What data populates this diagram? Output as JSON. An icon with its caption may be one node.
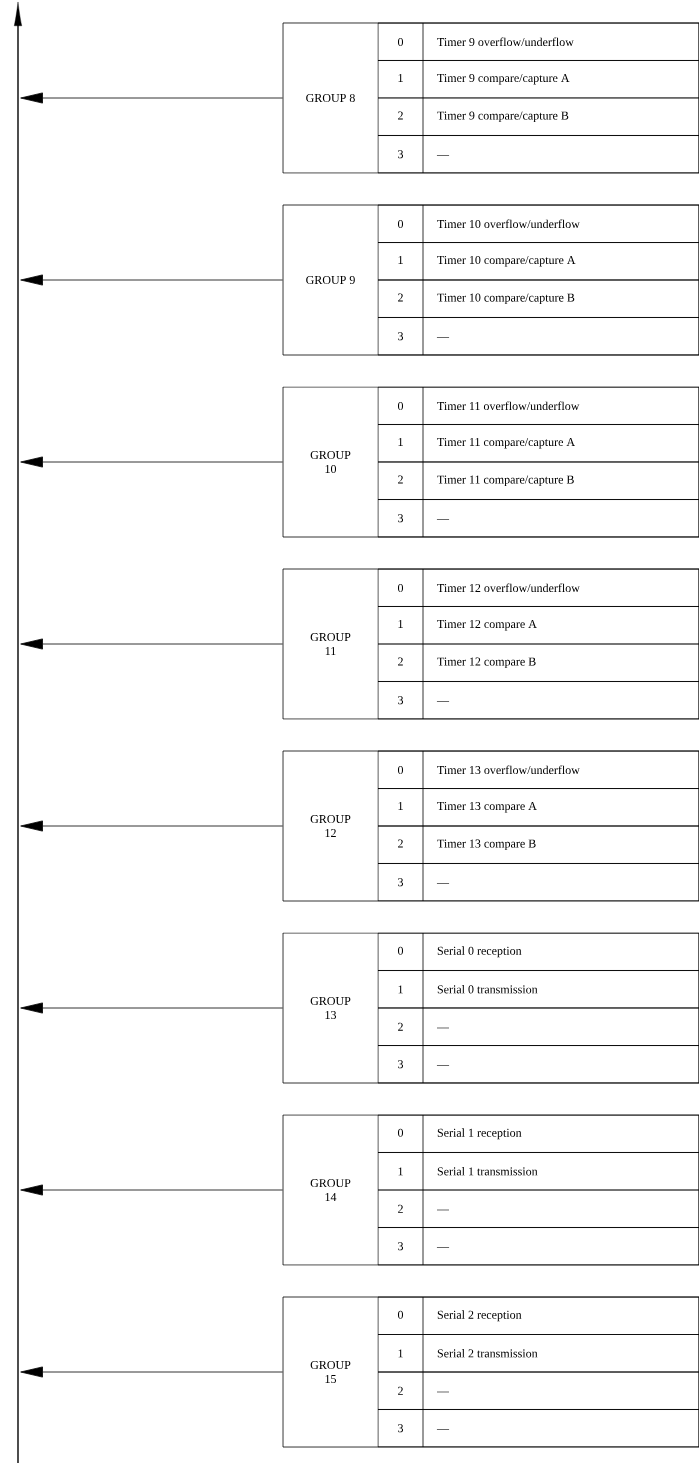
{
  "diagram": {
    "nodes": [
      {
        "text": [],
        "shape": "bar"
      },
      {
        "text": [
          "GROUP 8"
        ]
      },
      {
        "text": [
          "0",
          "Timer 9 overflow/underflow"
        ],
        "in": 1
      },
      {
        "text": [
          "1",
          "Timer 9 compare/capture A"
        ],
        "in": 1
      },
      {
        "text": [
          "2",
          "Timer 9 compare/capture B"
        ],
        "in": 1
      },
      {
        "text": [
          "3",
          "—"
        ],
        "in": 1
      },
      {
        "text": [
          "GROUP 9"
        ]
      },
      {
        "text": [
          "0",
          "Timer 10 overflow/underflow"
        ],
        "in": 6
      },
      {
        "text": [
          "1",
          "Timer 10 compare/capture A"
        ],
        "in": 6
      },
      {
        "text": [
          "2",
          "Timer 10 compare/capture B"
        ],
        "in": 6
      },
      {
        "text": [
          "3",
          "—"
        ],
        "in": 6
      },
      {
        "text": [
          "GROUP 10"
        ]
      },
      {
        "text": [
          "0",
          "Timer 11 overflow/underflow"
        ],
        "in": 11
      },
      {
        "text": [
          "1",
          "Timer 11 compare/capture A"
        ],
        "in": 11
      },
      {
        "text": [
          "2",
          "Timer 11 compare/capture B"
        ],
        "in": 11
      },
      {
        "text": [
          "3",
          "—"
        ],
        "in": 11
      },
      {
        "text": [
          "GROUP 11"
        ]
      },
      {
        "text": [
          "0",
          "Timer 12 overflow/underflow"
        ],
        "in": 16
      },
      {
        "text": [
          "1",
          "Timer 12 compare A"
        ],
        "in": 16
      },
      {
        "text": [
          "2",
          "Timer 12 compare B"
        ],
        "in": 16
      },
      {
        "text": [
          "3",
          "—"
        ],
        "in": 16
      },
      {
        "text": [
          "GROUP 12"
        ]
      },
      {
        "text": [
          "0",
          "Timer 13 overflow/underflow"
        ],
        "in": 21
      },
      {
        "text": [
          "1",
          "Timer 13 compare A"
        ],
        "in": 21
      },
      {
        "text": [
          "2",
          "Timer 13 compare B"
        ],
        "in": 21
      },
      {
        "text": [
          "3",
          "—"
        ],
        "in": 21
      },
      {
        "text": [
          "GROUP 13"
        ]
      },
      {
        "text": [
          "0",
          "Serial 0 reception"
        ],
        "in": 26
      },
      {
        "text": [
          "1",
          "Serial 0 transmission"
        ],
        "in": 26
      },
      {
        "text": [
          "2",
          "—"
        ],
        "in": 26
      },
      {
        "text": [
          "3",
          "—"
        ],
        "in": 26
      },
      {
        "text": [
          "GROUP 14"
        ]
      },
      {
        "text": [
          "0",
          "Serial 1 reception"
        ],
        "in": 31
      },
      {
        "text": [
          "1",
          "Serial 1 transmission"
        ],
        "in": 31
      },
      {
        "text": [
          "2",
          "—"
        ],
        "in": 31
      },
      {
        "text": [
          "3",
          "—"
        ],
        "in": 31
      },
      {
        "text": [
          "GROUP 15"
        ]
      },
      {
        "text": [
          "0",
          "Serial 2 reception"
        ],
        "in": 36
      },
      {
        "text": [
          "1",
          "Serial 2 transmission"
        ],
        "in": 36
      },
      {
        "text": [
          "2",
          "—"
        ],
        "in": 36
      },
      {
        "text": [
          "3",
          "—"
        ],
        "in": 36
      }
    ],
    "edges": [
      {
        "from": 1,
        "to": 0,
        "arrow": "to"
      },
      {
        "from": 6,
        "to": 0,
        "arrow": "to"
      },
      {
        "from": 11,
        "to": 0,
        "arrow": "to"
      },
      {
        "from": 16,
        "to": 0,
        "arrow": "to"
      },
      {
        "from": 21,
        "to": 0,
        "arrow": "to"
      },
      {
        "from": 26,
        "to": 0,
        "arrow": "to"
      },
      {
        "from": 31,
        "to": 0,
        "arrow": "to"
      },
      {
        "from": 36,
        "to": 0,
        "arrow": "to"
      }
    ]
  }
}
